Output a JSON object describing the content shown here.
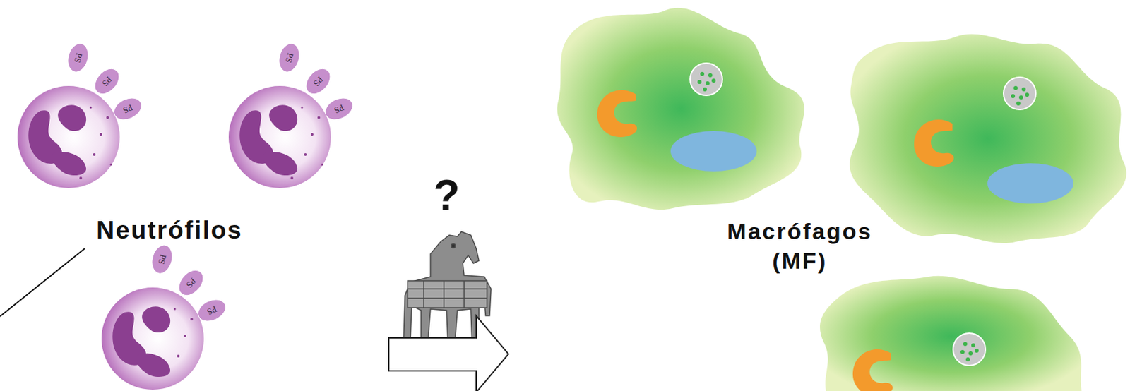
{
  "diagram": {
    "nodes": [
      {
        "text": [
          "PS"
        ]
      },
      {
        "text": [
          "PS"
        ]
      },
      {
        "text": [
          "PS"
        ]
      },
      {
        "text": [
          "PS"
        ]
      },
      {
        "text": [
          "PS"
        ]
      },
      {
        "text": [
          "PS"
        ]
      },
      {
        "text": [
          "PS"
        ]
      },
      {
        "text": [
          "PS"
        ]
      },
      {
        "text": [
          "PS"
        ]
      }
    ],
    "labels": [
      "Neutrófilos",
      "?",
      "Macrófagos (MF)"
    ]
  }
}
